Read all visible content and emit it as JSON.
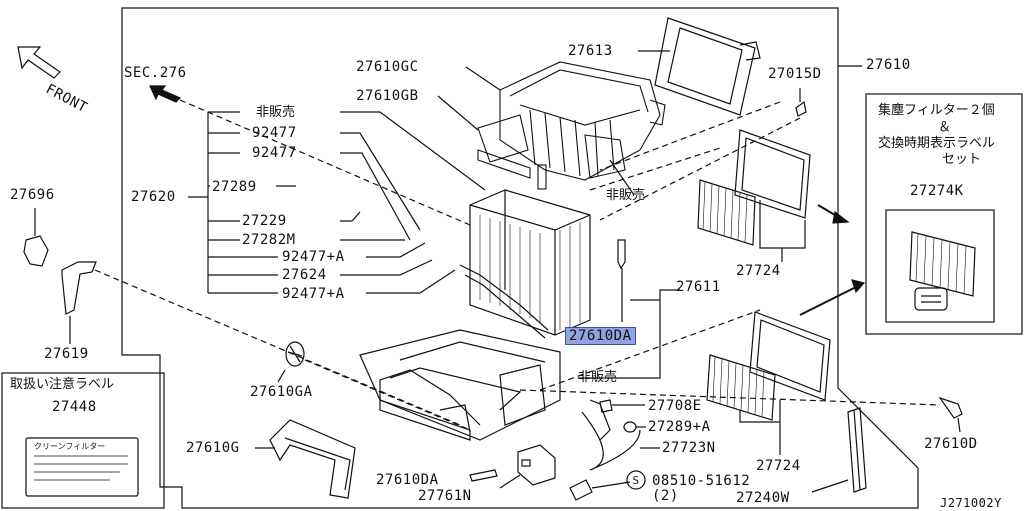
{
  "orientation": {
    "front_label": "FRONT"
  },
  "section_ref": "SEC.276",
  "drawing_code": "J271002Y",
  "assembly": {
    "main": "27610",
    "unit_upper": "27610GC",
    "unit_lower": "27610GB",
    "filter_cover": "27613",
    "clip_d": "27015D",
    "heater_group": "27620",
    "evaporator_housing": "27611"
  },
  "left_group_labels": [
    "非販売",
    "92477",
    "92477",
    "27289",
    "27229",
    "27282M",
    "92477+A",
    "27624",
    "92477+A"
  ],
  "not_for_sale_label": "非販売",
  "parts": {
    "hose_clip": "27696",
    "drain_hose": "27619",
    "grommet_ga": "27610GA",
    "gasket_g": "27610G",
    "screw_da": "27610DA",
    "screw_da_highlight": "27610DA",
    "connector": "27761N",
    "bolt": "27708E",
    "grommet_a": "27289+A",
    "harness": "27723N",
    "filter_element": "27724",
    "filter_element_2": "27724",
    "filter_rail": "27240W",
    "screw_d": "27610D",
    "service_bolt": "08510-51612",
    "service_bolt_qty": "(2)",
    "service_bolt_mark": "S"
  },
  "kit_box": {
    "title_line1": "集塵フィルター２個",
    "title_line2": "＆",
    "title_line3": "交換時期表示ラベル",
    "title_line4": "セット",
    "part_no": "27274K"
  },
  "label_box": {
    "title": "取扱い注意ラベル",
    "part_no": "27448",
    "card_text": "クリーンフィルター"
  }
}
